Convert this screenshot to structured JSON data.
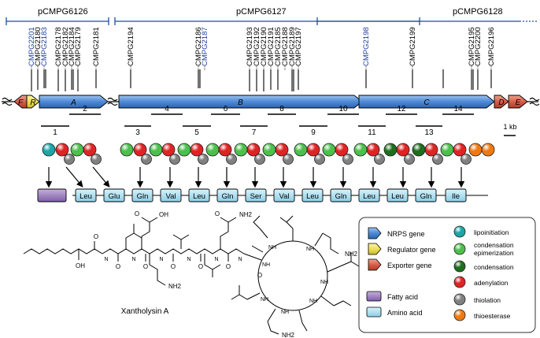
{
  "plasmids": [
    {
      "label": "pCMPG6126"
    },
    {
      "label": "pCMPG6127"
    },
    {
      "label": "pCMPG6128"
    }
  ],
  "mutants": [
    {
      "label": "CMPG2201",
      "color": "#1f3f9e"
    },
    {
      "label": "CMPG2180",
      "color": "#000000"
    },
    {
      "label": "CMPG2183",
      "color": "#1f3f9e"
    },
    {
      "label": "CMPG2178",
      "color": "#000000"
    },
    {
      "label": "CMPG2182",
      "color": "#000000"
    },
    {
      "label": "CMPG2184",
      "color": "#000000"
    },
    {
      "label": "CMPG2179",
      "color": "#000000"
    },
    {
      "label": "CMPG2181",
      "color": "#000000"
    },
    {
      "label": "CMPG2194",
      "color": "#000000"
    },
    {
      "label": "CMPG2186",
      "color": "#000000"
    },
    {
      "label": "CMPG2187",
      "color": "#1f3f9e"
    },
    {
      "label": "CMPG2193",
      "color": "#000000"
    },
    {
      "label": "CMPG2192",
      "color": "#000000"
    },
    {
      "label": "CMPG2190",
      "color": "#000000"
    },
    {
      "label": "CMPG2191",
      "color": "#000000"
    },
    {
      "label": "CMPG2185",
      "color": "#000000"
    },
    {
      "label": "CMPG2188",
      "color": "#000000"
    },
    {
      "label": "CMPG2189",
      "color": "#000000"
    },
    {
      "label": "CMPG2197",
      "color": "#000000"
    },
    {
      "label": "CMPG2198",
      "color": "#1f3f9e"
    },
    {
      "label": "CMPG2199",
      "color": "#000000"
    },
    {
      "label": "CMPG2195",
      "color": "#000000"
    },
    {
      "label": "CMPG2200",
      "color": "#000000"
    },
    {
      "label": "CMPG2196",
      "color": "#000000"
    }
  ],
  "genes": [
    {
      "label": "F",
      "type": "exporter"
    },
    {
      "label": "R",
      "type": "regulator"
    },
    {
      "label": "A",
      "type": "nrps"
    },
    {
      "label": "B",
      "type": "nrps"
    },
    {
      "label": "C",
      "type": "nrps"
    },
    {
      "label": "D",
      "type": "exporter"
    },
    {
      "label": "E",
      "type": "exporter"
    }
  ],
  "modules": [
    "1",
    "2",
    "3",
    "4",
    "5",
    "6",
    "7",
    "8",
    "9",
    "10",
    "11",
    "12",
    "13",
    "14"
  ],
  "scale_label": "1 kb",
  "residues": [
    "Leu",
    "Glu",
    "Gln",
    "Val",
    "Leu",
    "Gln",
    "Ser",
    "Val",
    "Leu",
    "Gln",
    "Leu",
    "Leu",
    "Gln",
    "Ile"
  ],
  "domain_colors": {
    "lipoinitiation": "#1aa6a6",
    "condensation_epimerization": "#4bc04b",
    "condensation": "#1d6e1d",
    "adenylation": "#e02323",
    "thiolation": "#808080",
    "thioesterase": "#f07a10"
  },
  "molecule": {
    "name": "Xantholysin A",
    "labels": {
      "oh": "OH",
      "cooh": "OH",
      "o": "O",
      "nh2": "NH2",
      "nh": "NH",
      "n": "N",
      "h": "H"
    }
  },
  "legend": {
    "items": [
      {
        "label": "NRPS gene",
        "kind": "nrps"
      },
      {
        "label": "Regulator gene",
        "kind": "regulator"
      },
      {
        "label": "Exporter gene",
        "kind": "exporter"
      },
      {
        "label": "Fatty acid",
        "kind": "fatty"
      },
      {
        "label": "Amino acid",
        "kind": "amino"
      },
      {
        "label": "lipoinitiation",
        "kind": "lipoinitiation"
      },
      {
        "label": "condensation",
        "kind": "condensation_epimerization"
      },
      {
        "label": "epimerization",
        "kind": "none"
      },
      {
        "label": "condensation",
        "kind": "condensation"
      },
      {
        "label": "adenylation",
        "kind": "adenylation"
      },
      {
        "label": "thiolation",
        "kind": "thiolation"
      },
      {
        "label": "thioesterase",
        "kind": "thioesterase"
      }
    ]
  }
}
